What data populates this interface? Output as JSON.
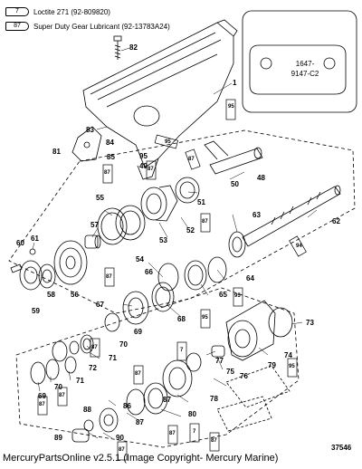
{
  "legend": [
    {
      "code": "7",
      "text": "Loctite 271 (92-809820)"
    },
    {
      "code": "87",
      "text": "Super Duty Gear Lubricant (92-13783A24)"
    }
  ],
  "inset": {
    "line1": "1647-",
    "line2": "9147-C2"
  },
  "callouts": {
    "c1": "1",
    "c82": "82",
    "c83": "83",
    "c84": "84",
    "c85": "85",
    "c81": "81",
    "c95a": "95",
    "c49": "49",
    "c50": "50",
    "c48": "48",
    "c51": "51",
    "c55": "55",
    "c57": "57",
    "c53": "53",
    "c52": "52",
    "c63": "63",
    "c62": "62",
    "c60": "60",
    "c61": "61",
    "c54": "54",
    "c58": "58",
    "c56": "56",
    "c59": "59",
    "c66": "66",
    "c64": "64",
    "c65": "65",
    "c67": "67",
    "c68": "68",
    "c69a": "69",
    "c73": "73",
    "c70a": "70",
    "c71a": "71",
    "c72": "72",
    "c77": "77",
    "c74": "74",
    "c75": "75",
    "c76": "76",
    "c79": "79",
    "c69b": "69",
    "c70b": "70",
    "c71b": "71",
    "c78": "78",
    "c86": "86",
    "c87a": "87",
    "c80": "80",
    "c88": "88",
    "c87b": "87",
    "c90": "90",
    "c89": "89"
  },
  "lube_tags": {
    "t1": "95",
    "t2": "95",
    "t3": "87",
    "t4": "87",
    "t5": "87",
    "t6": "87",
    "t7": "94",
    "t8": "95",
    "t9": "87",
    "t10": "95",
    "t11": "7",
    "t12": "87",
    "t13": "87",
    "t14": "87",
    "t15": "87",
    "t16": "87",
    "t17": "87",
    "t18": "95",
    "t19": "7",
    "t20": "87"
  },
  "drawing_number": "37546",
  "footer": "MercuryPartsOnline v2.5.1 (Image Copyright- Mercury Marine)",
  "colors": {
    "ink": "#000000",
    "background": "#ffffff"
  }
}
